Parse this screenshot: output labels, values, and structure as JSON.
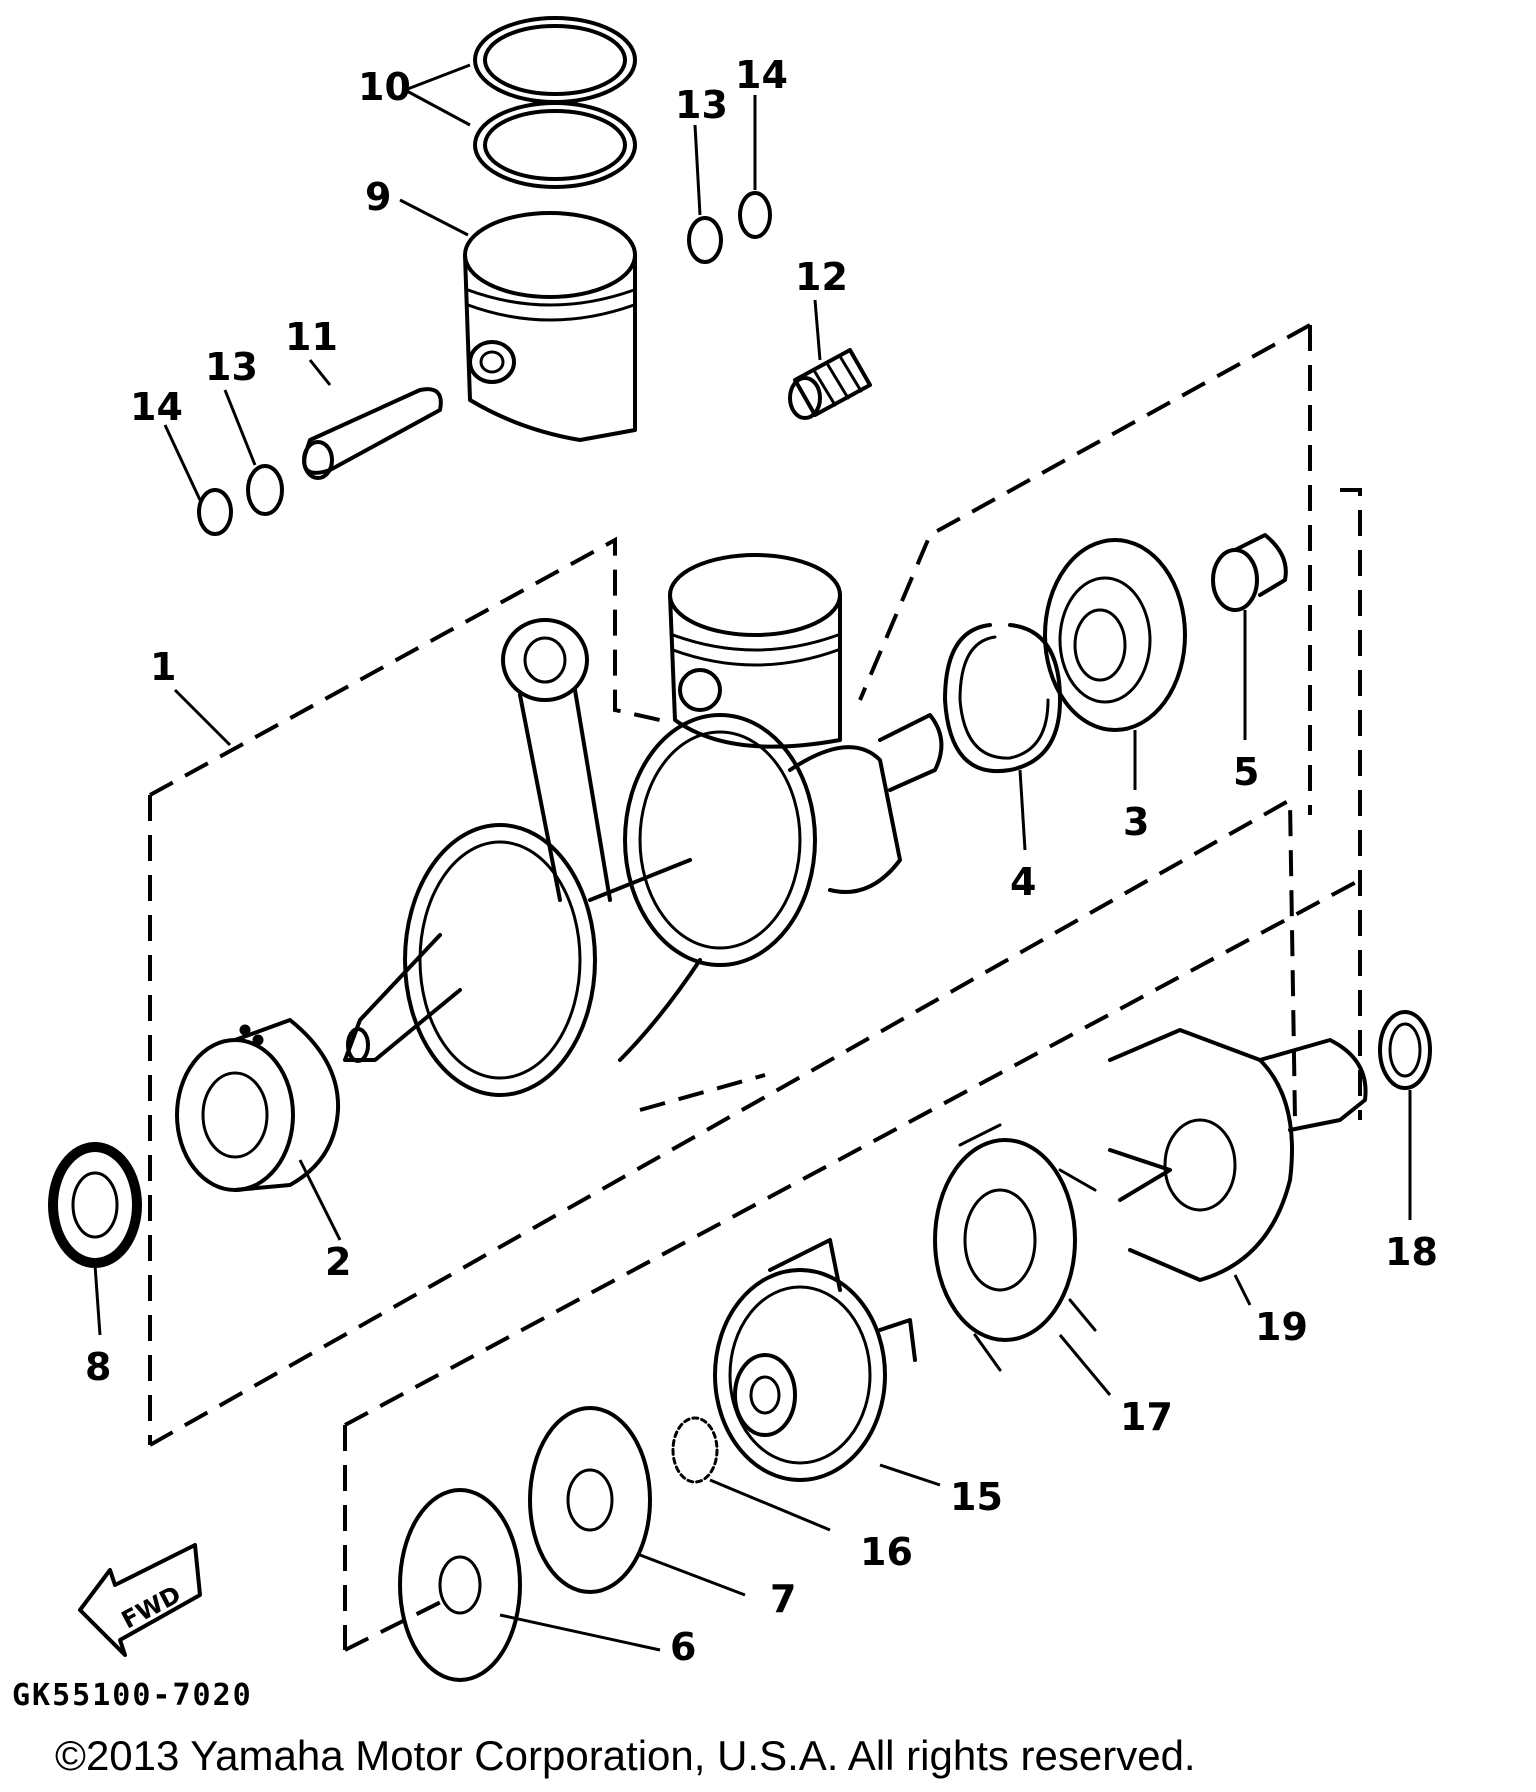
{
  "diagram": {
    "callouts": [
      {
        "id": "1",
        "text": "1"
      },
      {
        "id": "2",
        "text": "2"
      },
      {
        "id": "3",
        "text": "3"
      },
      {
        "id": "4",
        "text": "4"
      },
      {
        "id": "5",
        "text": "5"
      },
      {
        "id": "6",
        "text": "6"
      },
      {
        "id": "7",
        "text": "7"
      },
      {
        "id": "8",
        "text": "8"
      },
      {
        "id": "9",
        "text": "9"
      },
      {
        "id": "10",
        "text": "10"
      },
      {
        "id": "11",
        "text": "11"
      },
      {
        "id": "12",
        "text": "12"
      },
      {
        "id": "13a",
        "text": "13"
      },
      {
        "id": "13b",
        "text": "13"
      },
      {
        "id": "14a",
        "text": "14"
      },
      {
        "id": "14b",
        "text": "14"
      },
      {
        "id": "15",
        "text": "15"
      },
      {
        "id": "16",
        "text": "16"
      },
      {
        "id": "17",
        "text": "17"
      },
      {
        "id": "18",
        "text": "18"
      },
      {
        "id": "19",
        "text": "19"
      }
    ],
    "fwd_label": "FWD",
    "drawing_code": "GK55100-7020"
  },
  "footer": {
    "copyright": "©2013 Yamaha Motor Corporation, U.S.A. All rights reserved."
  }
}
